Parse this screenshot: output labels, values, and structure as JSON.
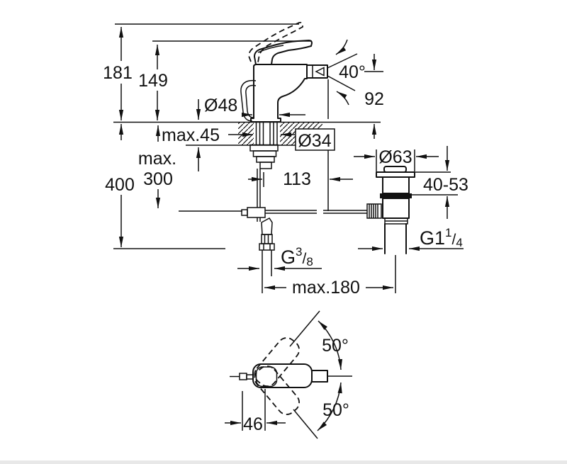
{
  "front_view": {
    "dims": {
      "overall_height": "181",
      "spout_top_height": "149",
      "base_diameter": "Ø48",
      "deck_thickness_max": "max.45",
      "shank_diameter": "Ø34",
      "supply_length_max_line1": "max.",
      "supply_length_max_line2": "300",
      "hose_length": "400",
      "spout_reach": "113",
      "spout_outlet_height": "92",
      "spray_angle": "40°",
      "waste_flange_diameter": "Ø63",
      "waste_deck_range": "40-53",
      "supply_thread": {
        "prefix": "G",
        "sup": "3",
        "slash": "/",
        "sub": "8"
      },
      "waste_thread": {
        "prefix": "G1",
        "sup": "1",
        "slash": "/",
        "sub": "4"
      },
      "center_distance_max": "max.180"
    }
  },
  "plan_view": {
    "dims": {
      "swivel_angle_upper": "50°",
      "swivel_angle_lower": "50°",
      "front_offset": "46"
    }
  },
  "colors": {
    "line": "#111111",
    "background": "#ffffff",
    "seal_fill": "#111111"
  }
}
